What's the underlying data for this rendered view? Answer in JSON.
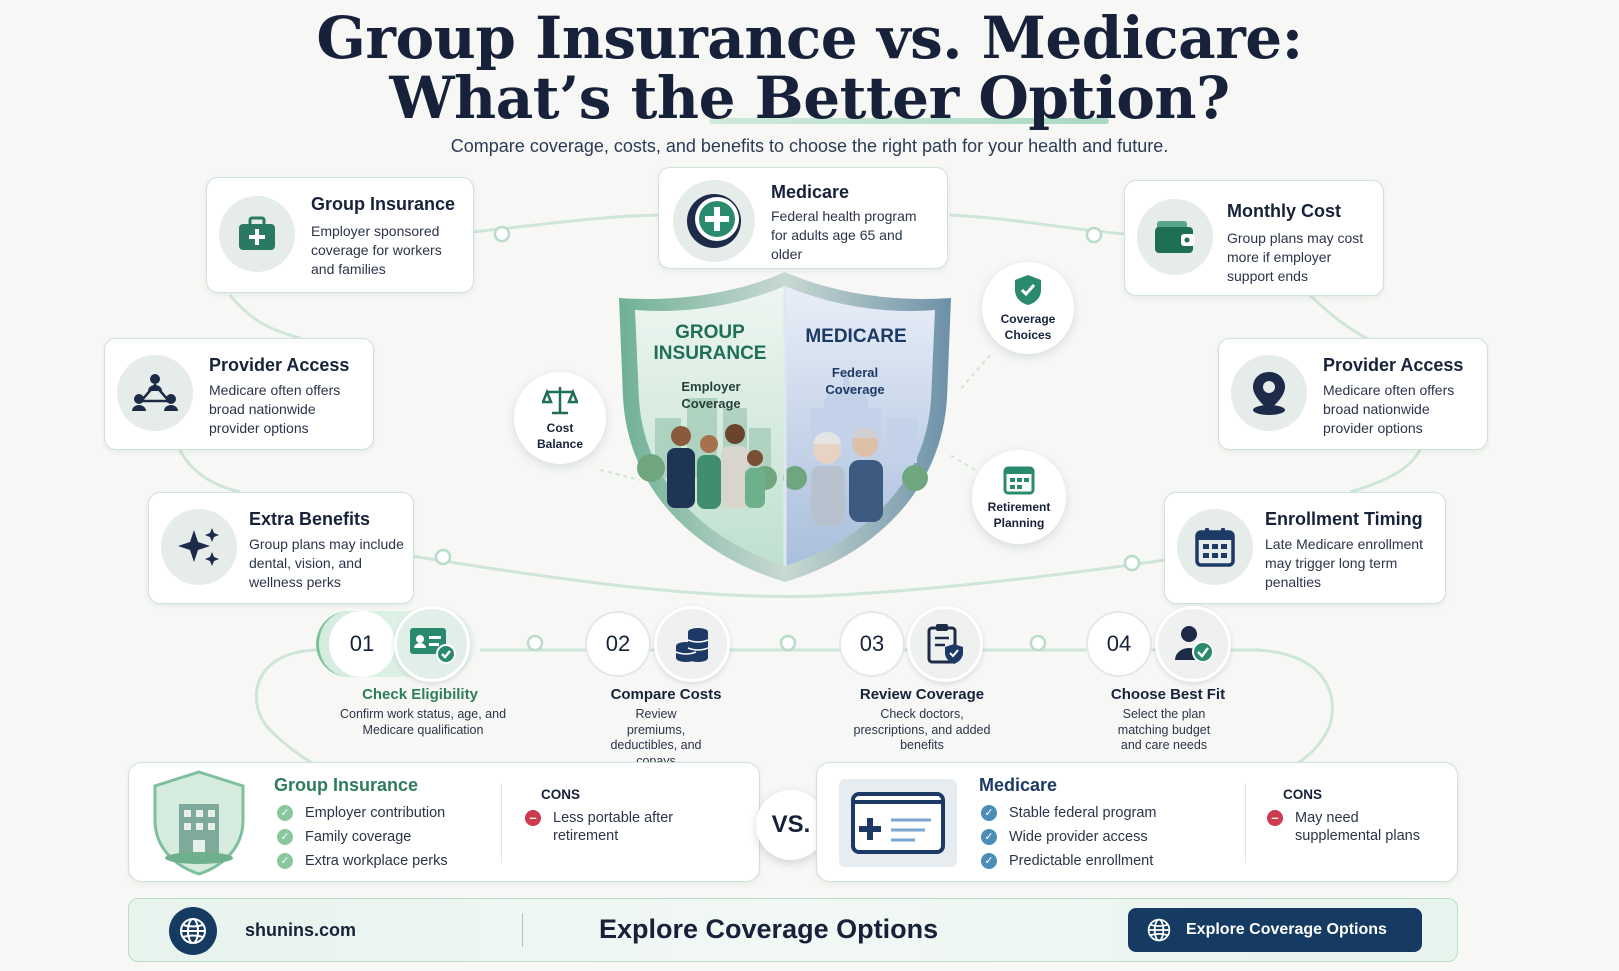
{
  "header": {
    "title_line1": "Group Insurance vs. Medicare:",
    "title_line2": "What’s the Better Option?",
    "subtitle": "Compare coverage, costs, and benefits to choose the right path for your health and future."
  },
  "cards": {
    "group_insurance": {
      "title": "Group Insurance",
      "desc": "Employer sponsored coverage for workers and families",
      "icon": "medical-briefcase-icon"
    },
    "medicare": {
      "title": "Medicare",
      "desc": "Federal health program for adults age 65 and older",
      "icon": "medical-cross-icon"
    },
    "monthly_cost": {
      "title": "Monthly Cost",
      "desc": "Group plans may cost more if employer support ends",
      "icon": "wallet-icon"
    },
    "provider_access_left": {
      "title": "Provider Access",
      "desc": "Medicare often offers broad nationwide provider options",
      "icon": "network-people-icon"
    },
    "provider_access_right": {
      "title": "Provider Access",
      "desc": "Medicare often offers broad nationwide provider options",
      "icon": "location-pin-icon"
    },
    "extra_benefits": {
      "title": "Extra Benefits",
      "desc": "Group plans may include dental, vision, and wellness perks",
      "icon": "sparkle-icon"
    },
    "enrollment_timing": {
      "title": "Enrollment Timing",
      "desc": "Late Medicare enrollment may trigger long term penalties",
      "icon": "calendar-icon"
    }
  },
  "bubbles": {
    "cost_balance": "Cost Balance",
    "coverage_choices": "Coverage Choices",
    "retirement_planning": "Retirement Planning"
  },
  "shield": {
    "left_title": "GROUP INSURANCE",
    "left_sub": "Employer Coverage",
    "right_title": "MEDICARE",
    "right_sub": "Federal Coverage"
  },
  "steps": [
    {
      "num": "01",
      "title": "Check Eligibility",
      "desc": "Confirm work status, age, and Medicare qualification",
      "icon": "id-card-check-icon"
    },
    {
      "num": "02",
      "title": "Compare Costs",
      "desc": "Review premiums, deductibles, and copays",
      "icon": "coin-stack-icon"
    },
    {
      "num": "03",
      "title": "Review Coverage",
      "desc": "Check doctors, prescriptions, and added benefits",
      "icon": "clipboard-shield-icon"
    },
    {
      "num": "04",
      "title": "Choose Best Fit",
      "desc": "Select the plan matching budget and care needs",
      "icon": "user-check-icon"
    }
  ],
  "compare": {
    "vs_label": "VS.",
    "group": {
      "title": "Group Insurance",
      "pros": [
        "Employer contribution",
        "Family coverage",
        "Extra workplace perks"
      ],
      "cons_label": "CONS",
      "cons": [
        "Less portable after retirement"
      ]
    },
    "medicare": {
      "title": "Medicare",
      "pros": [
        "Stable federal program",
        "Wide provider access",
        "Predictable enrollment"
      ],
      "cons_label": "CONS",
      "cons": [
        "May need supplemental plans"
      ]
    }
  },
  "footer": {
    "site": "shunins.com",
    "headline": "Explore Coverage Options",
    "button_label": "Explore Coverage Options"
  },
  "colors": {
    "navy": "#17223a",
    "green": "#2e7d5b",
    "teal_icon": "#2a7a63",
    "blue": "#2b5f8f",
    "button": "#163b63",
    "cons_red": "#cc3b4e"
  }
}
